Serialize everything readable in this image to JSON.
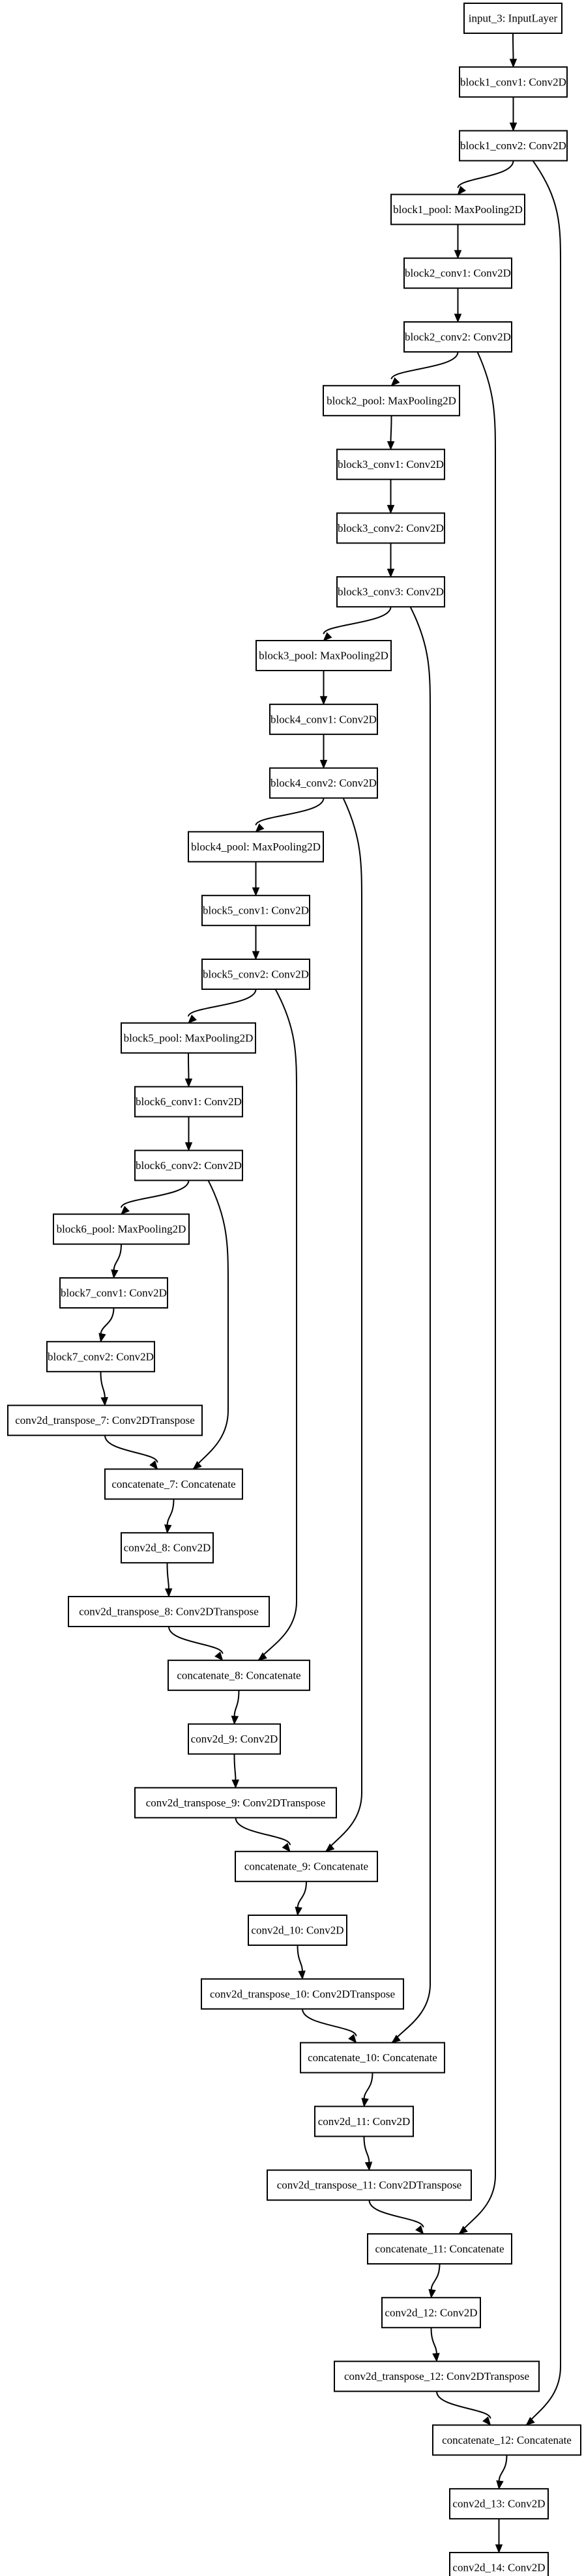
{
  "nodes": [
    {
      "id": "input_3",
      "label": "input_3: InputLayer"
    },
    {
      "id": "block1_conv1",
      "label": "block1_conv1: Conv2D"
    },
    {
      "id": "block1_conv2",
      "label": "block1_conv2: Conv2D"
    },
    {
      "id": "block1_pool",
      "label": "block1_pool: MaxPooling2D"
    },
    {
      "id": "block2_conv1",
      "label": "block2_conv1: Conv2D"
    },
    {
      "id": "block2_conv2",
      "label": "block2_conv2: Conv2D"
    },
    {
      "id": "block2_pool",
      "label": "block2_pool: MaxPooling2D"
    },
    {
      "id": "block3_conv1",
      "label": "block3_conv1: Conv2D"
    },
    {
      "id": "block3_conv2",
      "label": "block3_conv2: Conv2D"
    },
    {
      "id": "block3_conv3",
      "label": "block3_conv3: Conv2D"
    },
    {
      "id": "block3_pool",
      "label": "block3_pool: MaxPooling2D"
    },
    {
      "id": "block4_conv1",
      "label": "block4_conv1: Conv2D"
    },
    {
      "id": "block4_conv2",
      "label": "block4_conv2: Conv2D"
    },
    {
      "id": "block4_pool",
      "label": "block4_pool: MaxPooling2D"
    },
    {
      "id": "block5_conv1",
      "label": "block5_conv1: Conv2D"
    },
    {
      "id": "block5_conv2",
      "label": "block5_conv2: Conv2D"
    },
    {
      "id": "block5_pool",
      "label": "block5_pool: MaxPooling2D"
    },
    {
      "id": "block6_conv1",
      "label": "block6_conv1: Conv2D"
    },
    {
      "id": "block6_conv2",
      "label": "block6_conv2: Conv2D"
    },
    {
      "id": "block6_pool",
      "label": "block6_pool: MaxPooling2D"
    },
    {
      "id": "block7_conv1",
      "label": "block7_conv1: Conv2D"
    },
    {
      "id": "block7_conv2",
      "label": "block7_conv2: Conv2D"
    },
    {
      "id": "conv2d_transpose_7",
      "label": "conv2d_transpose_7: Conv2DTranspose"
    },
    {
      "id": "concatenate_7",
      "label": "concatenate_7: Concatenate"
    },
    {
      "id": "conv2d_8",
      "label": "conv2d_8: Conv2D"
    },
    {
      "id": "conv2d_transpose_8",
      "label": "conv2d_transpose_8: Conv2DTranspose"
    },
    {
      "id": "concatenate_8",
      "label": "concatenate_8: Concatenate"
    },
    {
      "id": "conv2d_9",
      "label": "conv2d_9: Conv2D"
    },
    {
      "id": "conv2d_transpose_9",
      "label": "conv2d_transpose_9: Conv2DTranspose"
    },
    {
      "id": "concatenate_9",
      "label": "concatenate_9: Concatenate"
    },
    {
      "id": "conv2d_10",
      "label": "conv2d_10: Conv2D"
    },
    {
      "id": "conv2d_transpose_10",
      "label": "conv2d_transpose_10: Conv2DTranspose"
    },
    {
      "id": "concatenate_10",
      "label": "concatenate_10: Concatenate"
    },
    {
      "id": "conv2d_11",
      "label": "conv2d_11: Conv2D"
    },
    {
      "id": "conv2d_transpose_11",
      "label": "conv2d_transpose_11: Conv2DTranspose"
    },
    {
      "id": "concatenate_11",
      "label": "concatenate_11: Concatenate"
    },
    {
      "id": "conv2d_12",
      "label": "conv2d_12: Conv2D"
    },
    {
      "id": "conv2d_transpose_12",
      "label": "conv2d_transpose_12: Conv2DTranspose"
    },
    {
      "id": "concatenate_12",
      "label": "concatenate_12: Concatenate"
    },
    {
      "id": "conv2d_13",
      "label": "conv2d_13: Conv2D"
    },
    {
      "id": "conv2d_14",
      "label": "conv2d_14: Conv2D"
    }
  ],
  "edges": [
    [
      "input_3",
      "block1_conv1"
    ],
    [
      "block1_conv1",
      "block1_conv2"
    ],
    [
      "block1_conv2",
      "block1_pool"
    ],
    [
      "block1_pool",
      "block2_conv1"
    ],
    [
      "block2_conv1",
      "block2_conv2"
    ],
    [
      "block2_conv2",
      "block2_pool"
    ],
    [
      "block2_pool",
      "block3_conv1"
    ],
    [
      "block3_conv1",
      "block3_conv2"
    ],
    [
      "block3_conv2",
      "block3_conv3"
    ],
    [
      "block3_conv3",
      "block3_pool"
    ],
    [
      "block3_pool",
      "block4_conv1"
    ],
    [
      "block4_conv1",
      "block4_conv2"
    ],
    [
      "block4_conv2",
      "block4_pool"
    ],
    [
      "block4_pool",
      "block5_conv1"
    ],
    [
      "block5_conv1",
      "block5_conv2"
    ],
    [
      "block5_conv2",
      "block5_pool"
    ],
    [
      "block5_pool",
      "block6_conv1"
    ],
    [
      "block6_conv1",
      "block6_conv2"
    ],
    [
      "block6_conv2",
      "block6_pool"
    ],
    [
      "block6_pool",
      "block7_conv1"
    ],
    [
      "block7_conv1",
      "block7_conv2"
    ],
    [
      "block7_conv2",
      "conv2d_transpose_7"
    ],
    [
      "conv2d_transpose_7",
      "concatenate_7"
    ],
    [
      "block6_conv2",
      "concatenate_7"
    ],
    [
      "concatenate_7",
      "conv2d_8"
    ],
    [
      "conv2d_8",
      "conv2d_transpose_8"
    ],
    [
      "conv2d_transpose_8",
      "concatenate_8"
    ],
    [
      "block5_conv2",
      "concatenate_8"
    ],
    [
      "concatenate_8",
      "conv2d_9"
    ],
    [
      "conv2d_9",
      "conv2d_transpose_9"
    ],
    [
      "conv2d_transpose_9",
      "concatenate_9"
    ],
    [
      "block4_conv2",
      "concatenate_9"
    ],
    [
      "concatenate_9",
      "conv2d_10"
    ],
    [
      "conv2d_10",
      "conv2d_transpose_10"
    ],
    [
      "conv2d_transpose_10",
      "concatenate_10"
    ],
    [
      "block3_conv3",
      "concatenate_10"
    ],
    [
      "concatenate_10",
      "conv2d_11"
    ],
    [
      "conv2d_11",
      "conv2d_transpose_11"
    ],
    [
      "conv2d_transpose_11",
      "concatenate_11"
    ],
    [
      "block2_conv2",
      "concatenate_11"
    ],
    [
      "concatenate_11",
      "conv2d_12"
    ],
    [
      "conv2d_12",
      "conv2d_transpose_12"
    ],
    [
      "conv2d_transpose_12",
      "concatenate_12"
    ],
    [
      "block1_conv2",
      "concatenate_12"
    ],
    [
      "concatenate_12",
      "conv2d_13"
    ],
    [
      "conv2d_13",
      "conv2d_14"
    ]
  ]
}
